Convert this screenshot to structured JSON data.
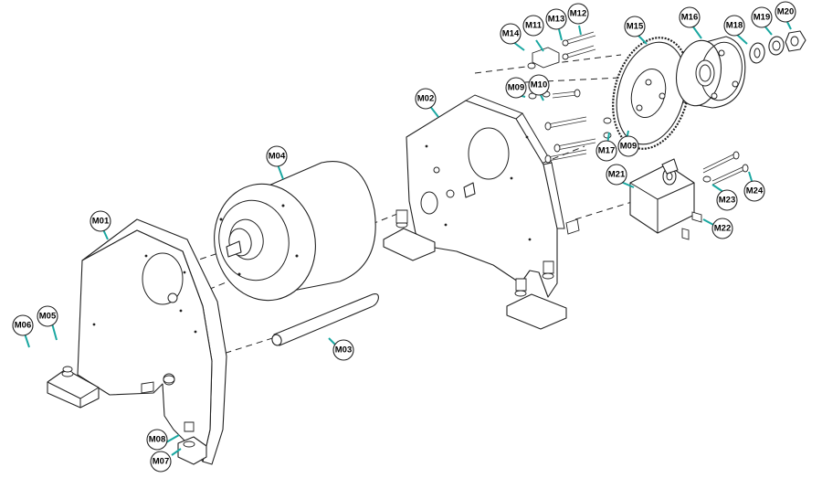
{
  "diagram": {
    "labels": {
      "m01": "M01",
      "m02": "M02",
      "m03": "M03",
      "m04": "M04",
      "m05": "M05",
      "m06": "M06",
      "m07": "M07",
      "m08": "M08",
      "m09a": "M09",
      "m09b": "M09",
      "m10": "M10",
      "m11": "M11",
      "m12": "M12",
      "m13": "M13",
      "m14": "M14",
      "m15": "M15",
      "m16": "M16",
      "m17": "M17",
      "m18": "M18",
      "m19": "M19",
      "m20": "M20",
      "m21": "M21",
      "m22": "M22",
      "m23": "M23",
      "m24": "M24"
    }
  }
}
